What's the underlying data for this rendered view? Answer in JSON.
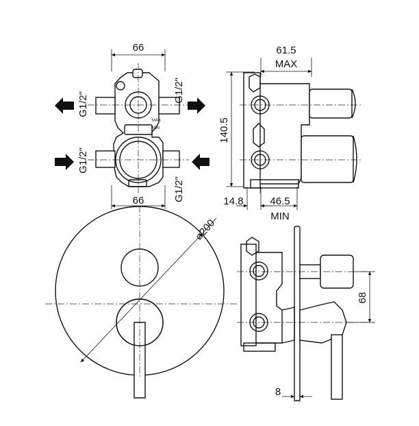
{
  "front_view": {
    "top_width": "66",
    "bottom_width": "66",
    "thread_top_right": "G1/2\"",
    "thread_bottom_right": "G1/2\"",
    "thread_top_left": "G1/2\"",
    "thread_bottom_left": "G1/2\"",
    "max_mark": "MAX",
    "min_mark": "MIN"
  },
  "side_view": {
    "depth_max_value": "61.5",
    "depth_max_label": "MAX",
    "height": "140.5",
    "offset": "14.8",
    "depth_min_value": "46.5",
    "depth_min_label": "MIN"
  },
  "plate_view": {
    "diameter": "⌀200"
  },
  "installed_side_view": {
    "spacing": "68",
    "plate_thickness": "8"
  }
}
